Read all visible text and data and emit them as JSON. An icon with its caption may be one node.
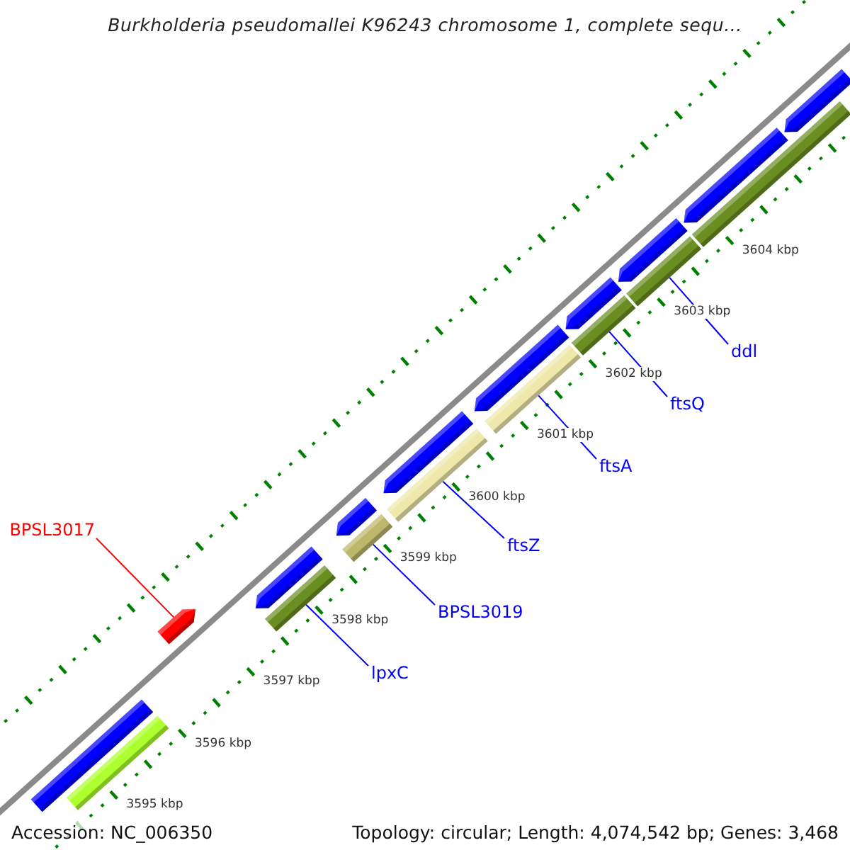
{
  "diagram": {
    "title": "Burkholderia pseudomallei K96243 chromosome 1, complete sequ...",
    "nodes": [
      {
        "text": [
          "BPSL3017"
        ]
      },
      {
        "text": [],
        "shape": "bar"
      },
      {
        "text": [
          "lpxC"
        ]
      },
      {
        "text": [],
        "shape": "bar"
      },
      {
        "text": [
          "BPSL3019"
        ]
      },
      {
        "text": [],
        "shape": "bar"
      },
      {
        "text": [
          "ftsZ"
        ]
      },
      {
        "text": [],
        "shape": "bar"
      },
      {
        "text": [
          "ftsA"
        ]
      },
      {
        "text": [],
        "shape": "bar"
      },
      {
        "text": [
          "ftsQ"
        ]
      },
      {
        "text": [],
        "shape": "bar"
      },
      {
        "text": [
          "ddl"
        ]
      },
      {
        "text": [],
        "shape": "bar"
      },
      {
        "text": [],
        "shape": "bar"
      },
      {
        "text": [],
        "shape": "bar"
      },
      {
        "text": [],
        "shape": "bar"
      },
      {
        "text": [],
        "shape": "bar"
      },
      {
        "text": [],
        "shape": "bar"
      },
      {
        "text": [],
        "shape": "bar"
      },
      {
        "text": [],
        "shape": "bar"
      },
      {
        "text": [],
        "shape": "bar"
      },
      {
        "text": [],
        "shape": "bar"
      },
      {
        "text": [],
        "shape": "bar"
      },
      {
        "text": [],
        "shape": "bar"
      }
    ],
    "edges": [
      {
        "from": 0,
        "to": 1,
        "arrow": "none",
        "color": "#ff0000"
      },
      {
        "from": 2,
        "to": 3,
        "arrow": "none"
      },
      {
        "from": 4,
        "to": 5,
        "arrow": "none"
      },
      {
        "from": 6,
        "to": 7,
        "arrow": "none"
      },
      {
        "from": 8,
        "to": 9,
        "arrow": "none"
      },
      {
        "from": 10,
        "to": 11,
        "arrow": "none"
      },
      {
        "from": 12,
        "to": 13,
        "arrow": "none"
      }
    ],
    "labels": [
      "3595 kbp",
      "3596 kbp",
      "3597 kbp",
      "3598 kbp",
      "3599 kbp",
      "3600 kbp",
      "3601 kbp",
      "3602 kbp",
      "3603 kbp",
      "3604 kbp",
      "Accession: NC_006350",
      "Topology: circular; Length: 4,074,542 bp; Genes: 3,468"
    ]
  }
}
